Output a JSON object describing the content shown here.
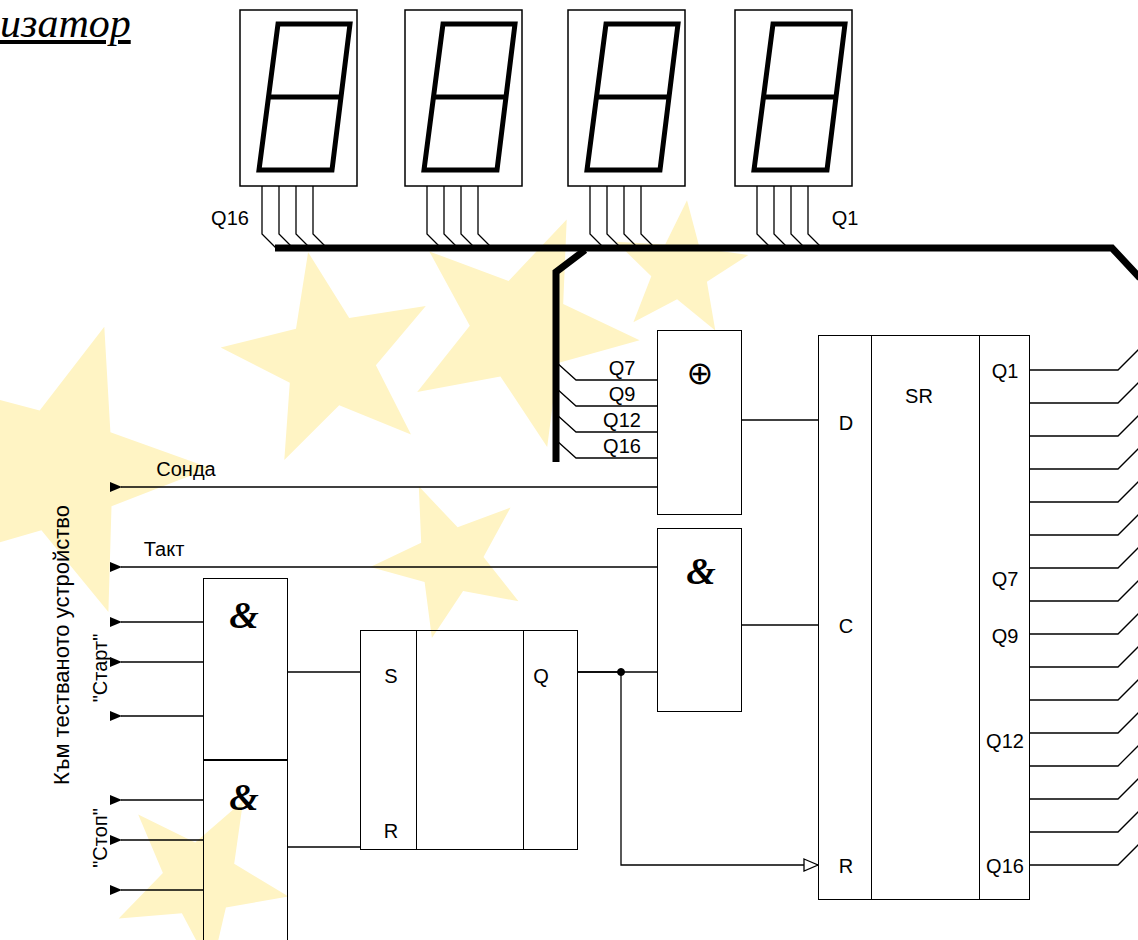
{
  "diagram": {
    "title": "изатор",
    "nodes": [
      {
        "text": [
          "⊕"
        ]
      },
      {
        "text": [
          "&"
        ]
      },
      {
        "text": [
          "&"
        ]
      },
      {
        "text": [
          "&"
        ]
      },
      {
        "text": [
          "S",
          "R",
          "Q"
        ]
      },
      {
        "text": [
          "SR",
          "D",
          "C",
          "R",
          "Q1",
          "Q7",
          "Q9",
          "Q12",
          "Q16"
        ]
      }
    ],
    "edges": [
      {
        "from": 0,
        "to": 5,
        "arrow": "none"
      },
      {
        "from": 1,
        "to": 5,
        "arrow": "none"
      },
      {
        "from": 2,
        "to": 4,
        "arrow": "none"
      },
      {
        "from": 3,
        "to": 4,
        "arrow": "none"
      },
      {
        "from": 4,
        "to": 1,
        "arrow": "none"
      },
      {
        "from": 4,
        "to": 5,
        "arrow": "to"
      }
    ],
    "labels": [
      "Q16",
      "Q1",
      "Q7",
      "Q9",
      "Q12",
      "Q16",
      "Сонда",
      "Такт",
      "Към тестваното устройство",
      "\"Старт\"",
      "\"Стоп\""
    ]
  }
}
